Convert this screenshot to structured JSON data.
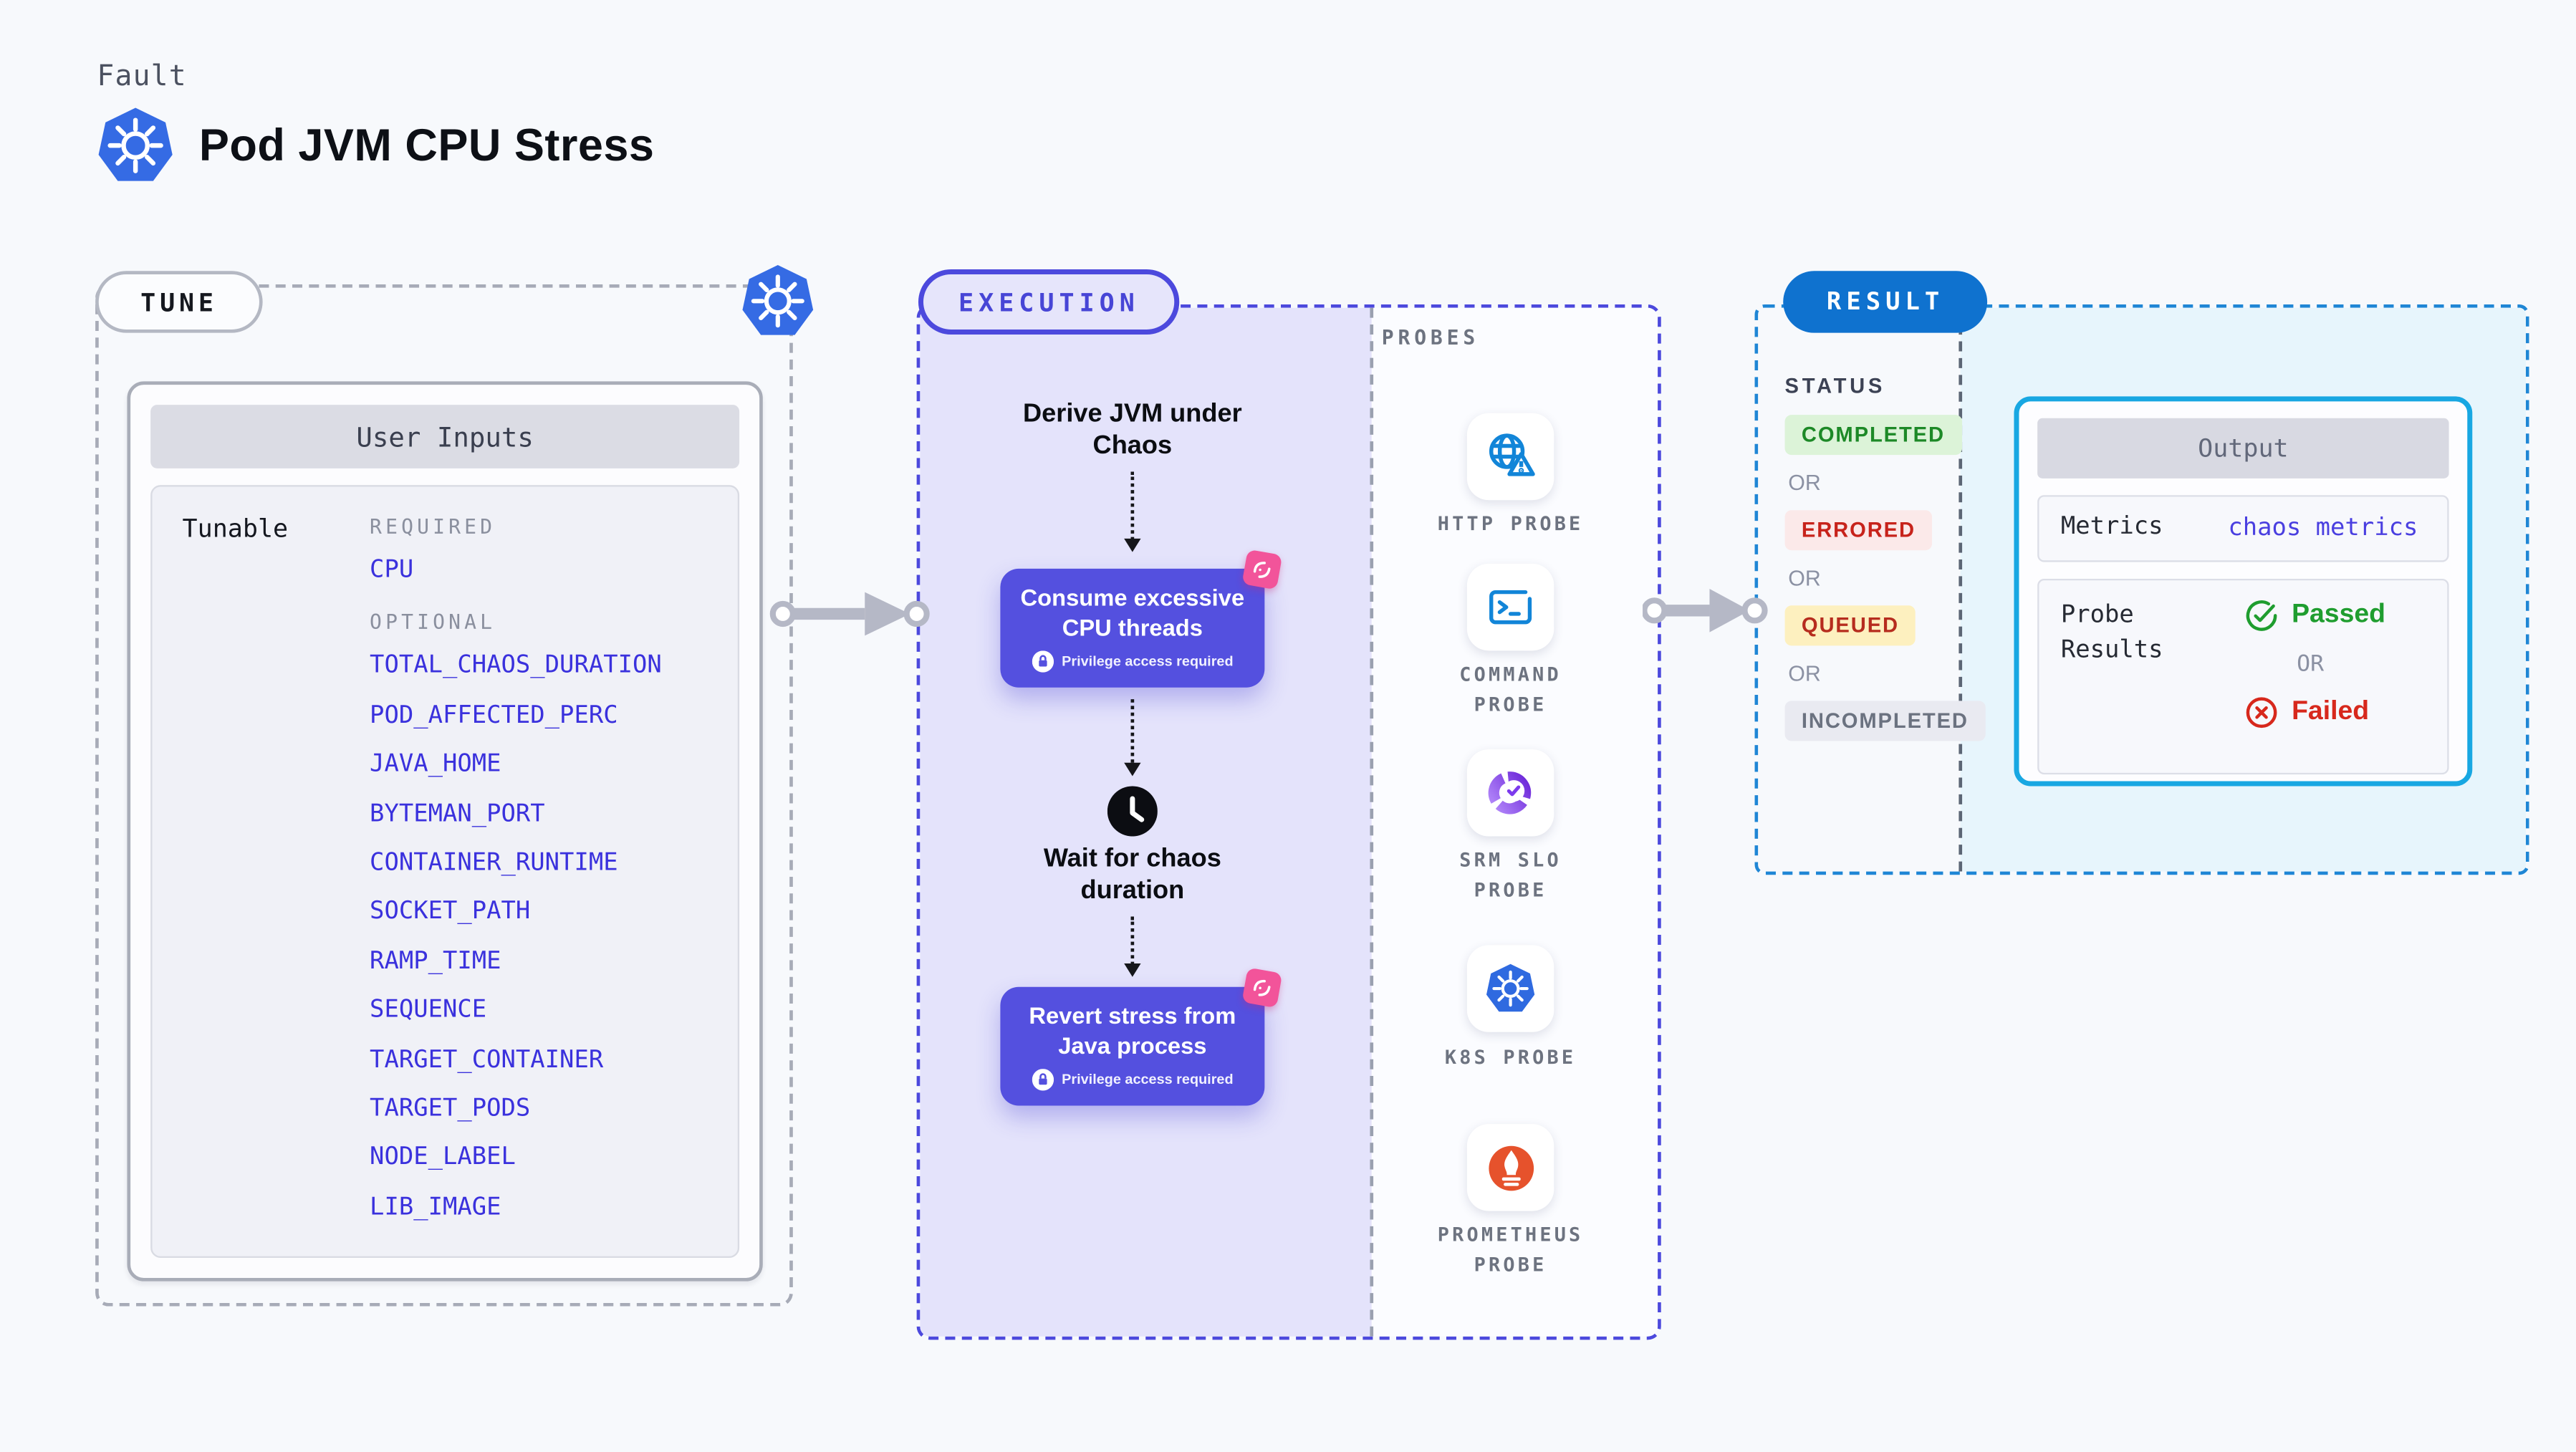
{
  "header": {
    "eyebrow": "Fault",
    "title": "Pod JVM CPU Stress"
  },
  "tune": {
    "badge": "TUNE",
    "panel_title": "User Inputs",
    "row_label": "Tunable",
    "required_label": "REQUIRED",
    "required": [
      "CPU"
    ],
    "optional_label": "OPTIONAL",
    "optional": [
      "TOTAL_CHAOS_DURATION",
      "POD_AFFECTED_PERC",
      "JAVA_HOME",
      "BYTEMAN_PORT",
      "CONTAINER_RUNTIME",
      "SOCKET_PATH",
      "RAMP_TIME",
      "SEQUENCE",
      "TARGET_CONTAINER",
      "TARGET_PODS",
      "NODE_LABEL",
      "LIB_IMAGE"
    ]
  },
  "execution": {
    "badge": "EXECUTION",
    "step_derive": "Derive JVM under Chaos",
    "step_consume": "Consume excessive CPU threads",
    "step_wait": "Wait for chaos duration",
    "step_revert": "Revert stress from Java process",
    "privilege_note": "Privilege access required"
  },
  "probes": {
    "title": "PROBES",
    "items": [
      {
        "icon": "globe-alert-icon",
        "label": "HTTP PROBE"
      },
      {
        "icon": "terminal-icon",
        "label": "COMMAND PROBE"
      },
      {
        "icon": "slo-donut-icon",
        "label": "SRM SLO PROBE"
      },
      {
        "icon": "kubernetes-icon",
        "label": "K8S PROBE"
      },
      {
        "icon": "prometheus-icon",
        "label": "PROMETHEUS PROBE"
      }
    ]
  },
  "result": {
    "badge": "RESULT",
    "status_label": "STATUS",
    "or_label": "OR",
    "statuses": [
      {
        "label": "COMPLETED",
        "bg": "#dcf3d8",
        "color": "#1d8927"
      },
      {
        "label": "ERRORED",
        "bg": "#fbe9e9",
        "color": "#c7231b"
      },
      {
        "label": "QUEUED",
        "bg": "#fdf0bf",
        "color": "#b62c1e"
      },
      {
        "label": "INCOMPLETED",
        "bg": "#e9eaf1",
        "color": "#6b7280"
      }
    ],
    "output": {
      "title": "Output",
      "metrics_label": "Metrics",
      "metrics_value": "chaos metrics",
      "probe_results_label": "Probe Results",
      "passed_label": "Passed",
      "or_label": "OR",
      "failed_label": "Failed"
    }
  },
  "colors": {
    "accent_indigo": "#4c49dd",
    "accent_blue": "#0f72cf",
    "action_box": "#5450df",
    "chaos_pink": "#f2549a",
    "passed_green": "#1f9d2f",
    "failed_red": "#d7281c",
    "kubernetes_blue": "#356be4",
    "prometheus_orange": "#e6522c"
  }
}
